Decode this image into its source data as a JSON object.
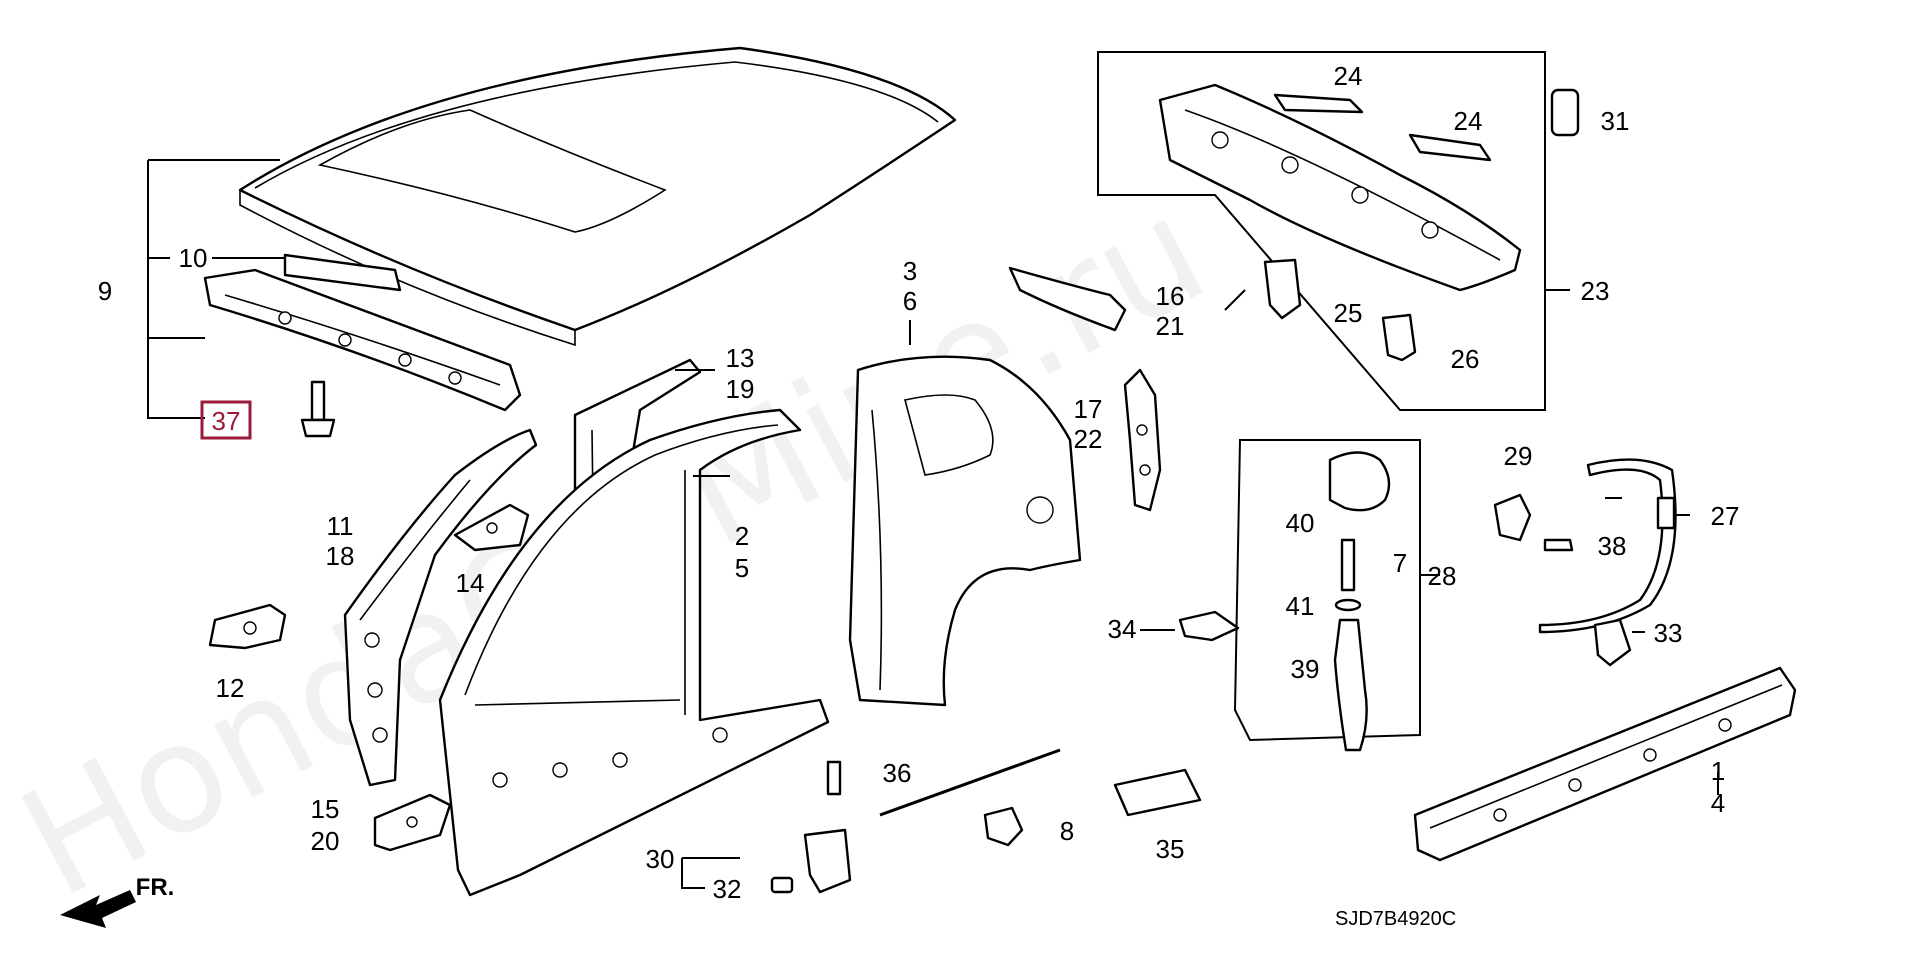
{
  "watermark": "HondaCarMine.ru",
  "diagram_code": "SJD7B4920C",
  "front_indicator": "FR.",
  "highlight_color": "#9b1b3a",
  "highlighted_part": "37",
  "callouts": {
    "c1": "1",
    "c2": "2",
    "c3": "3",
    "c4": "4",
    "c5": "5",
    "c6": "6",
    "c7": "7",
    "c8": "8",
    "c9": "9",
    "c10": "10",
    "c11": "11",
    "c12": "12",
    "c13": "13",
    "c14": "14",
    "c15": "15",
    "c16": "16",
    "c17": "17",
    "c18": "18",
    "c19": "19",
    "c20": "20",
    "c21": "21",
    "c22": "22",
    "c23": "23",
    "c24a": "24",
    "c24b": "24",
    "c25": "25",
    "c26": "26",
    "c27": "27",
    "c28": "28",
    "c29": "29",
    "c30": "30",
    "c31": "31",
    "c32": "32",
    "c33": "33",
    "c34": "34",
    "c35": "35",
    "c36": "36",
    "c37": "37",
    "c38": "38",
    "c39": "39",
    "c40": "40",
    "c41": "41"
  }
}
